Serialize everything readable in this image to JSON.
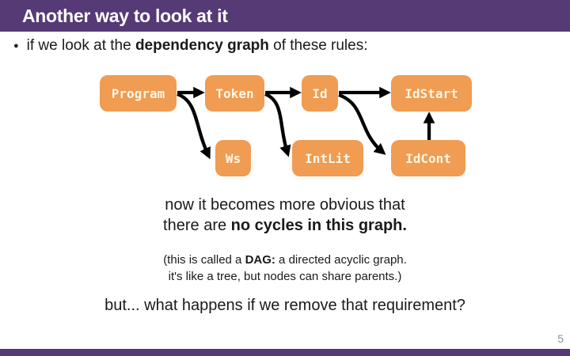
{
  "colors": {
    "header_bar": "#553A76",
    "node_fill": "#F09C52",
    "node_text": "#FDF6E6",
    "arrow": "#000000",
    "ink": "#1A1A1A",
    "page_number": "#8F8F8F"
  },
  "header": {
    "title": "Another way to look at it"
  },
  "bullet": {
    "glyph": "●",
    "text_pre": "if we look at the ",
    "text_bold": "dependency graph",
    "text_post": " of these rules:"
  },
  "diagram": {
    "nodes": [
      {
        "id": "program",
        "label": "Program"
      },
      {
        "id": "token",
        "label": "Token"
      },
      {
        "id": "id",
        "label": "Id"
      },
      {
        "id": "idstart",
        "label": "IdStart"
      },
      {
        "id": "ws",
        "label": "Ws"
      },
      {
        "id": "intlit",
        "label": "IntLit"
      },
      {
        "id": "idcont",
        "label": "IdCont"
      }
    ],
    "edges": [
      {
        "from": "Program",
        "to": "Token"
      },
      {
        "from": "Program",
        "to": "Ws"
      },
      {
        "from": "Token",
        "to": "Id"
      },
      {
        "from": "Token",
        "to": "IntLit"
      },
      {
        "from": "Id",
        "to": "IdStart"
      },
      {
        "from": "Id",
        "to": "IdCont"
      },
      {
        "from": "IdCont",
        "to": "IdStart"
      }
    ]
  },
  "notes": {
    "obvious_line1": "now it becomes more obvious that",
    "obvious_line2_pre": "there are ",
    "obvious_line2_bold": "no cycles in this graph.",
    "dag_line1_pre": "(this is called a ",
    "dag_line1_bold": "DAG:",
    "dag_line1_post": " a directed acyclic graph.",
    "dag_line2": "it's like a tree, but nodes can share parents.)",
    "question": "but... what happens if we remove that requirement?"
  },
  "footer": {
    "page_number": "5"
  }
}
